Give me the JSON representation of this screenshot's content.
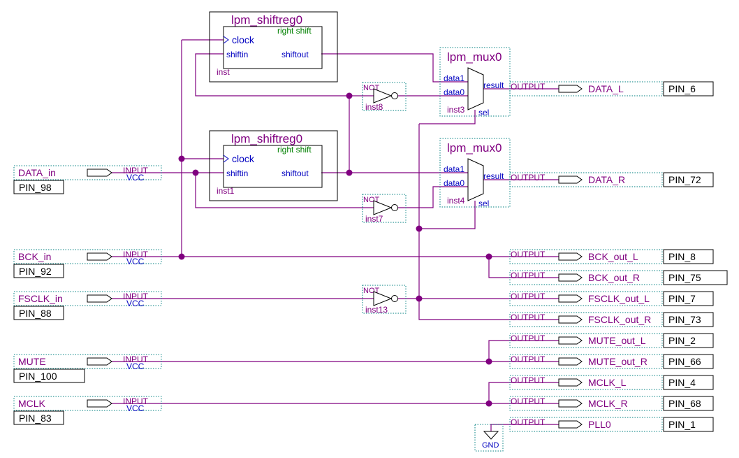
{
  "inputs": [
    {
      "name": "DATA_in",
      "pin": "PIN_98",
      "type": "INPUT",
      "sub": "VCC"
    },
    {
      "name": "BCK_in",
      "pin": "PIN_92",
      "type": "INPUT",
      "sub": "VCC"
    },
    {
      "name": "FSCLK_in",
      "pin": "PIN_88",
      "type": "INPUT",
      "sub": "VCC"
    },
    {
      "name": "MUTE",
      "pin": "PIN_100",
      "type": "INPUT",
      "sub": "VCC"
    },
    {
      "name": "MCLK",
      "pin": "PIN_83",
      "type": "INPUT",
      "sub": "VCC"
    }
  ],
  "outputs": [
    {
      "name": "DATA_L",
      "pin": "PIN_6",
      "type": "OUTPUT"
    },
    {
      "name": "DATA_R",
      "pin": "PIN_72",
      "type": "OUTPUT"
    },
    {
      "name": "BCK_out_L",
      "pin": "PIN_8",
      "type": "OUTPUT"
    },
    {
      "name": "BCK_out_R",
      "pin": "PIN_75",
      "type": "OUTPUT"
    },
    {
      "name": "FSCLK_out_L",
      "pin": "PIN_7",
      "type": "OUTPUT"
    },
    {
      "name": "FSCLK_out_R",
      "pin": "PIN_73",
      "type": "OUTPUT"
    },
    {
      "name": "MUTE_out_L",
      "pin": "PIN_2",
      "type": "OUTPUT"
    },
    {
      "name": "MUTE_out_R",
      "pin": "PIN_66",
      "type": "OUTPUT"
    },
    {
      "name": "MCLK_L",
      "pin": "PIN_4",
      "type": "OUTPUT"
    },
    {
      "name": "MCLK_R",
      "pin": "PIN_68",
      "type": "OUTPUT"
    },
    {
      "name": "PLL0",
      "pin": "PIN_1",
      "type": "OUTPUT"
    }
  ],
  "shiftregs": [
    {
      "title": "lpm_shiftreg0",
      "mode": "right shift",
      "clock": "clock",
      "shiftin": "shiftin",
      "shiftout": "shiftout",
      "inst": "inst"
    },
    {
      "title": "lpm_shiftreg0",
      "mode": "right shift",
      "clock": "clock",
      "shiftin": "shiftin",
      "shiftout": "shiftout",
      "inst": "inst1"
    }
  ],
  "muxes": [
    {
      "title": "lpm_mux0",
      "data1": "data1",
      "data0": "data0",
      "result": "result",
      "sel": "sel",
      "inst": "inst3"
    },
    {
      "title": "lpm_mux0",
      "data1": "data1",
      "data0": "data0",
      "result": "result",
      "sel": "sel",
      "inst": "inst4"
    }
  ],
  "nots": [
    {
      "label": "NOT",
      "inst": "inst8"
    },
    {
      "label": "NOT",
      "inst": "inst7"
    },
    {
      "label": "NOT",
      "inst": "inst13"
    }
  ],
  "gnd": "GND"
}
